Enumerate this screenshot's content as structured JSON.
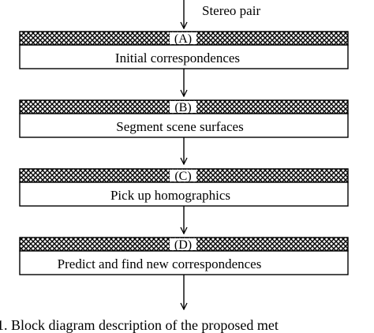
{
  "input_label": "Stereo pair",
  "steps": [
    {
      "tag": "(A)",
      "label": "Initial correspondences"
    },
    {
      "tag": "(B)",
      "label": "Segment scene surfaces"
    },
    {
      "tag": "(C)",
      "label": "Pick up homographics"
    },
    {
      "tag": "(D)",
      "label": "Predict and find new correspondences"
    }
  ],
  "caption": "1. Block diagram description of the proposed met"
}
